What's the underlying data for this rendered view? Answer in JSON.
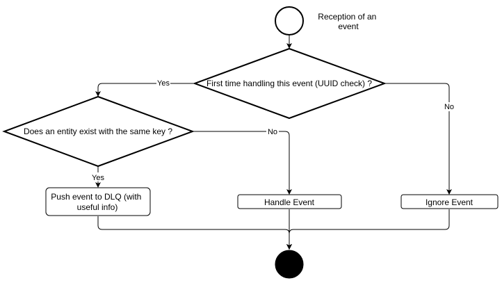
{
  "nodes": {
    "start_label": [
      "Reception of an",
      "event"
    ],
    "uuid_check": "First time handling this event (UUID check) ?",
    "entity_check": "Does an entity exist with the same key ?",
    "push_dlq": [
      "Push event to DLQ (with",
      "useful info)"
    ],
    "handle_event": "Handle Event",
    "ignore_event": "Ignore Event"
  },
  "edges": {
    "uuid_yes": "Yes",
    "uuid_no": "No",
    "entity_yes": "Yes",
    "entity_no": "No"
  },
  "colors": {
    "stroke": "#000000",
    "fill": "#ffffff",
    "end_fill": "#000000"
  }
}
